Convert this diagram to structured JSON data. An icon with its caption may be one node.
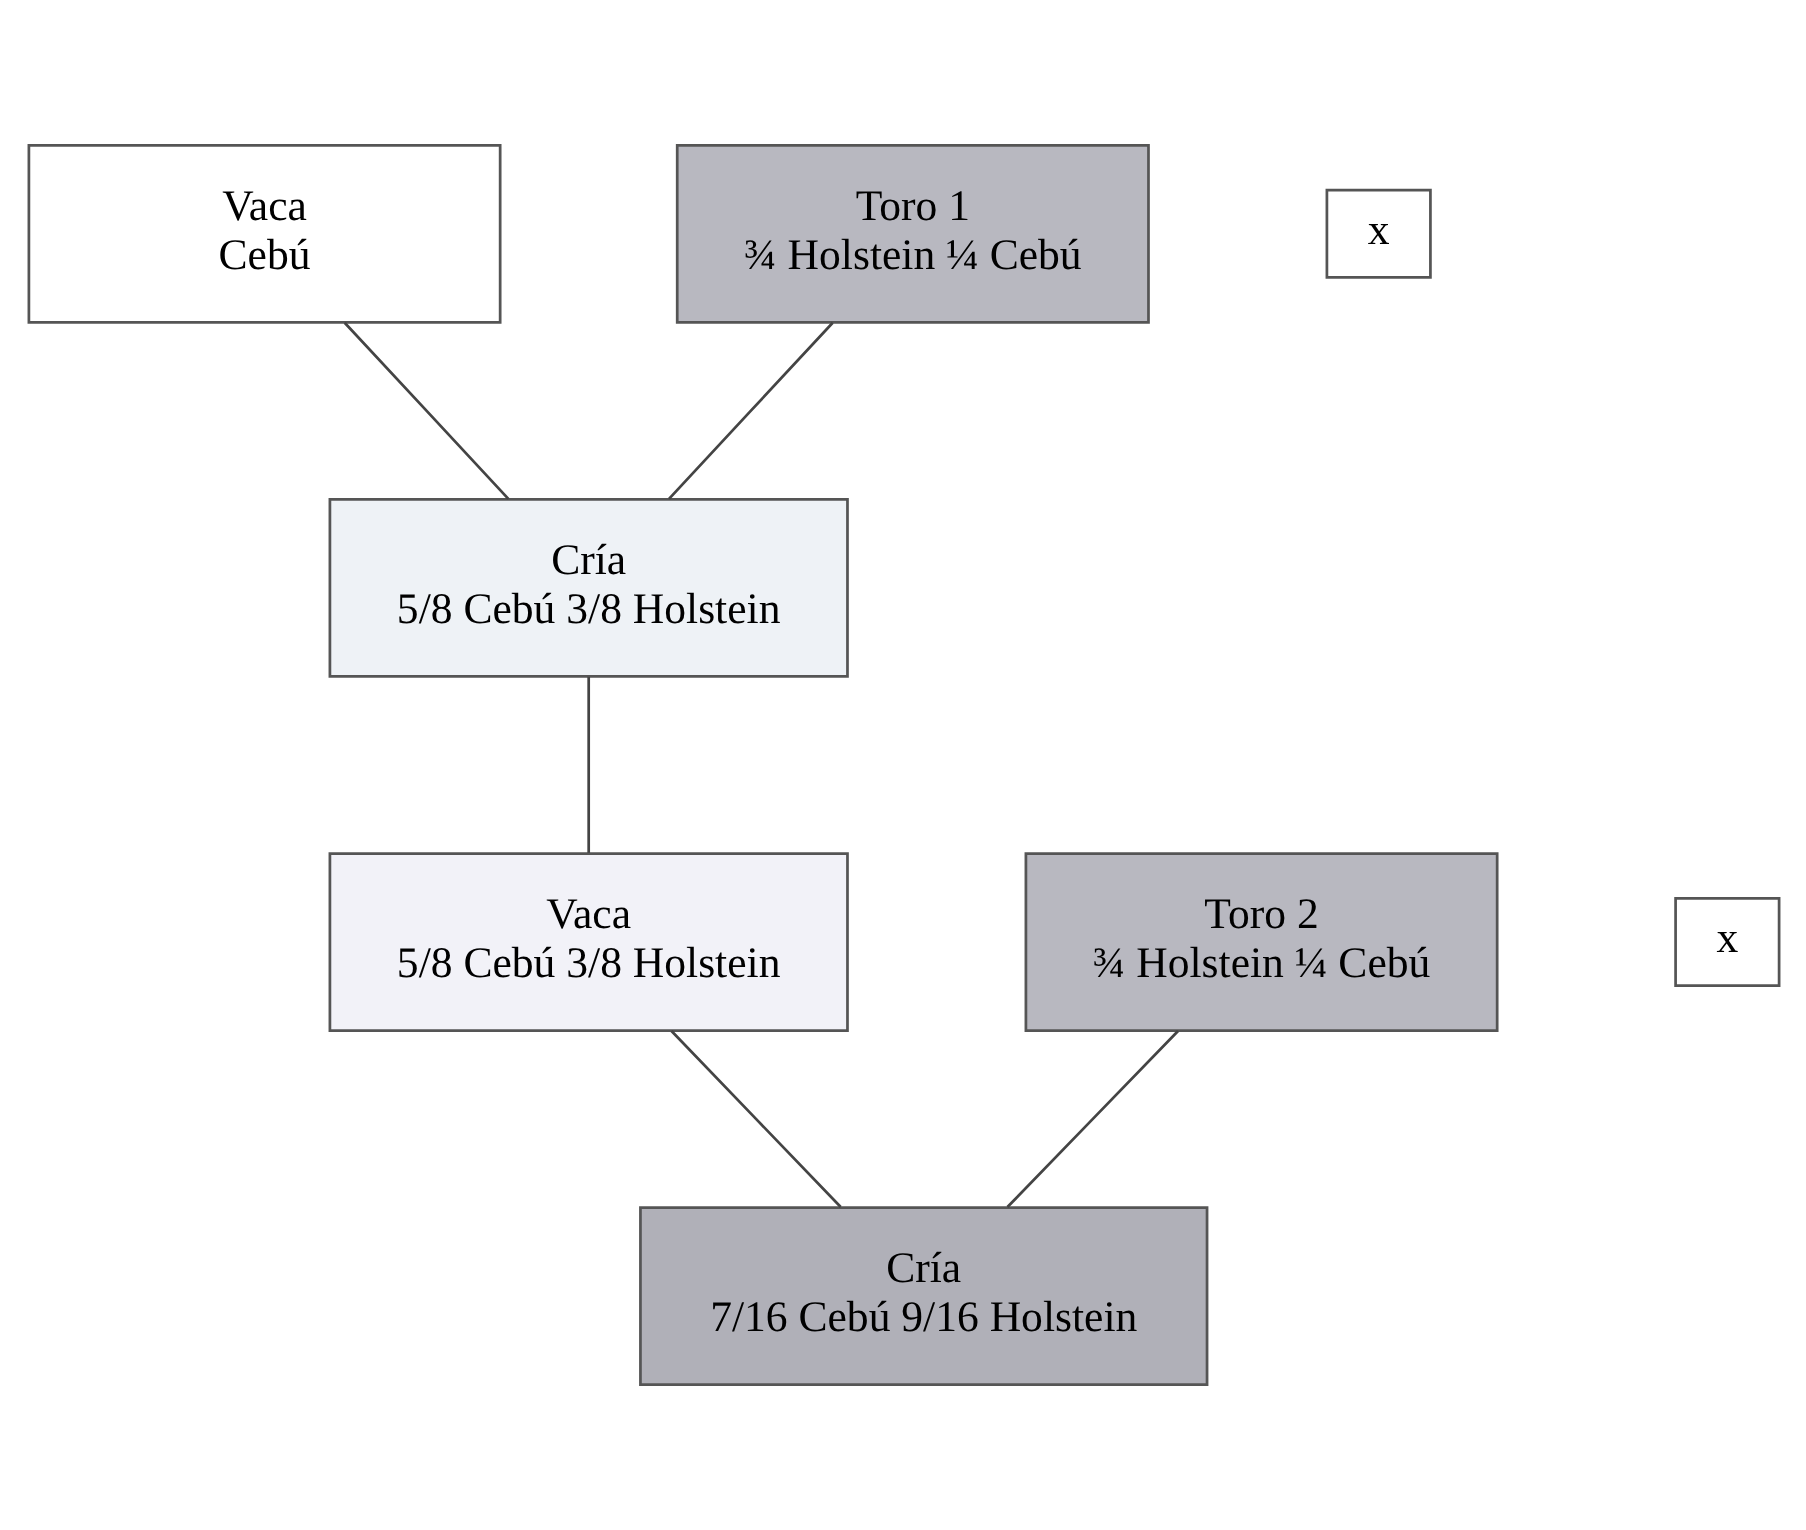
{
  "diagram": {
    "nodes": [
      {
        "text": [
          "Vaca",
          "Cebú"
        ]
      },
      {
        "text": [
          "x"
        ]
      },
      {
        "text": [
          "Toro 1",
          "¾ Holstein ¼ Cebú"
        ]
      },
      {
        "text": [
          "Cría",
          "5/8 Cebú 3/8 Holstein"
        ]
      },
      {
        "text": [
          "Vaca",
          "5/8 Cebú 3/8 Holstein"
        ]
      },
      {
        "text": [
          "x"
        ]
      },
      {
        "text": [
          "Toro 2",
          "¾ Holstein ¼ Cebú"
        ]
      },
      {
        "text": [
          "Cría",
          "7/16 Cebú 9/16 Holstein"
        ]
      }
    ],
    "edges": [
      {
        "from": 0,
        "to": 3,
        "arrow": "none"
      },
      {
        "from": 2,
        "to": 3,
        "arrow": "none"
      },
      {
        "from": 3,
        "to": 4,
        "arrow": "none"
      },
      {
        "from": 4,
        "to": 7,
        "arrow": "none"
      },
      {
        "from": 6,
        "to": 7,
        "arrow": "none"
      }
    ]
  }
}
